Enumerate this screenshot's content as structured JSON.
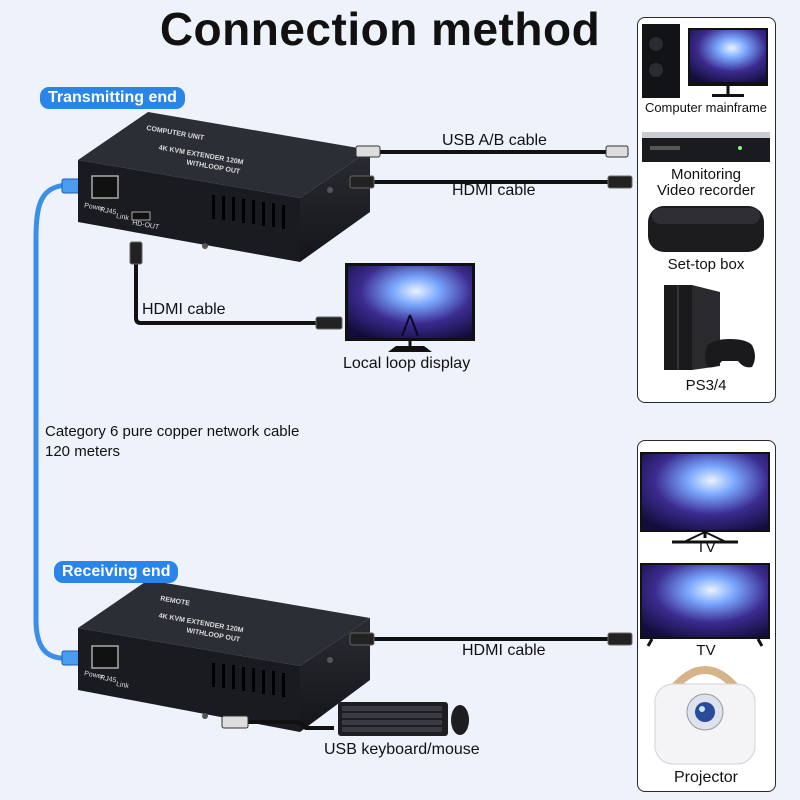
{
  "title": "Connection method",
  "transmitting": {
    "label": "Transmitting end",
    "unit_name": "COMPUTER UNIT",
    "model_line1": "4K KVM EXTENDER 120M",
    "model_line2": "WITHLOOP OUT",
    "port_power": "Power",
    "port_rj45": "RJ45",
    "port_link": "Link",
    "port_hdout": "HD-OUT"
  },
  "receiving": {
    "label": "Receiving end",
    "unit_name": "REMOTE",
    "model_line1": "4K KVM EXTENDER 120M",
    "model_line2": "WITHLOOP OUT",
    "port_power": "Power",
    "port_rj45": "RJ45",
    "port_link": "Link"
  },
  "cables": {
    "usb_ab": "USB A/B cable",
    "hdmi_tx": "HDMI cable",
    "hdmi_loop": "HDMI cable",
    "hdmi_rx": "HDMI cable",
    "network_line1": "Category 6 pure copper network cable",
    "network_line2": "120 meters"
  },
  "local_display": "Local loop display",
  "keyboard_mouse": "USB keyboard/mouse",
  "sources": {
    "computer": "Computer mainframe",
    "recorder_line1": "Monitoring",
    "recorder_line2": "Video recorder",
    "settop": "Set-top box",
    "ps": "PS3/4"
  },
  "outputs": {
    "tv1": "TV",
    "tv2": "TV",
    "projector": "Projector"
  },
  "colors": {
    "accent": "#2b84e8",
    "network_cable": "#3a8fe8",
    "device_body": "#1c1d22",
    "cable": "#111111"
  }
}
